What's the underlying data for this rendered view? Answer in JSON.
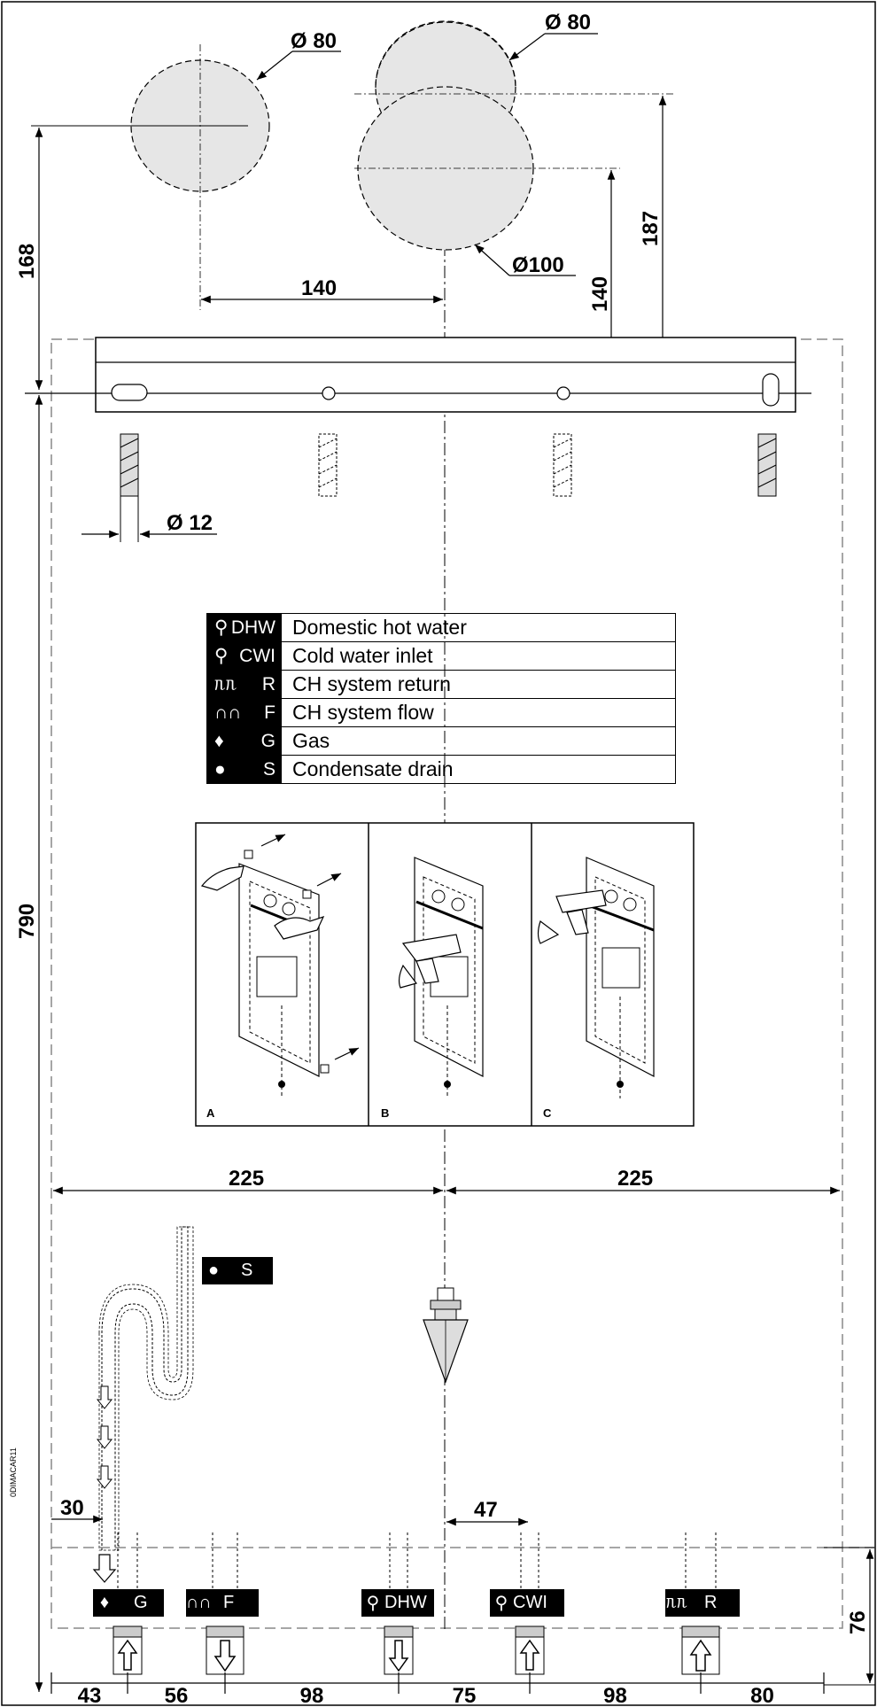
{
  "flue": {
    "dia_80_left": "Ø 80",
    "dia_80_right": "Ø 80",
    "dia_100": "Ø100",
    "dim_140_h": "140",
    "dim_168": "168",
    "dim_187": "187",
    "dim_140_v": "140"
  },
  "bracket": {
    "plug_dia": "Ø 12"
  },
  "legend": {
    "rows": [
      {
        "code": "DHW",
        "icon": "hot-tap-icon",
        "label": "Domestic hot water"
      },
      {
        "code": "CWI",
        "icon": "cold-tap-icon",
        "label": "Cold water inlet"
      },
      {
        "code": "R",
        "icon": "radiator-return-icon",
        "label": "CH system return"
      },
      {
        "code": "F",
        "icon": "radiator-flow-icon",
        "label": "CH system flow"
      },
      {
        "code": "G",
        "icon": "gas-flame-icon",
        "label": "Gas"
      },
      {
        "code": "S",
        "icon": "drop-icon",
        "label": "Condensate drain"
      }
    ]
  },
  "panels": {
    "a": "A",
    "b": "B",
    "c": "C"
  },
  "dims": {
    "left_225": "225",
    "right_225": "225",
    "overall_790": "790",
    "d30": "30",
    "d47": "47",
    "d76": "76",
    "bottom": [
      "43",
      "56",
      "98",
      "75",
      "98",
      "80"
    ]
  },
  "connections": {
    "s": "S",
    "g": "G",
    "f": "F",
    "dhw": "DHW",
    "cwi": "CWI",
    "r": "R"
  },
  "doc_id": "0DIMACAR11"
}
